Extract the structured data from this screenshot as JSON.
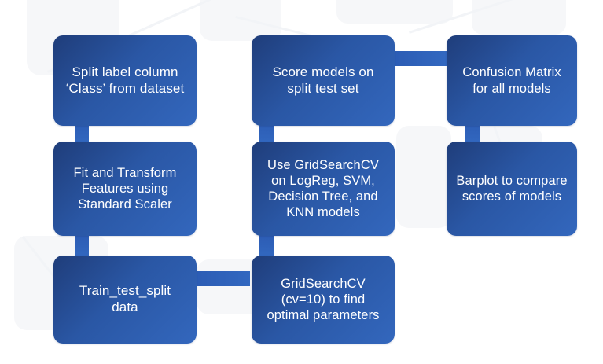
{
  "diagram": {
    "title": "Machine learning workflow flowchart",
    "background_color": "#ffffff",
    "node_fill_start": "#1f3d7a",
    "node_fill_end": "#3367bd",
    "node_text_color": "#ffffff",
    "connector_color": "#2f62bd",
    "nodes": [
      {
        "id": "split-label-column",
        "label": "Split label column\n‘Class’ from dataset",
        "column": 1,
        "row": 1
      },
      {
        "id": "fit-transform-features",
        "label": "Fit and Transform\nFeatures using\nStandard Scaler",
        "column": 1,
        "row": 2
      },
      {
        "id": "train-test-split",
        "label": "Train_test_split\ndata",
        "column": 1,
        "row": 3
      },
      {
        "id": "score-models",
        "label": "Score models on\nsplit test set",
        "column": 2,
        "row": 1
      },
      {
        "id": "use-gridsearchcv-models",
        "label": "Use GridSearchCV\non LogReg, SVM,\nDecision Tree, and\nKNN models",
        "column": 2,
        "row": 2
      },
      {
        "id": "gridsearchcv-optimal-params",
        "label": "GridSearchCV\n(cv=10) to find\noptimal parameters",
        "column": 2,
        "row": 3
      },
      {
        "id": "confusion-matrix",
        "label": "Confusion Matrix\nfor all models",
        "column": 3,
        "row": 1
      },
      {
        "id": "barplot-compare-scores",
        "label": "Barplot to compare\nscores of models",
        "column": 3,
        "row": 2
      }
    ],
    "connectors": [
      {
        "id": "split-to-fit",
        "from": "split-label-column",
        "to": "fit-transform-features",
        "orientation": "vertical"
      },
      {
        "id": "fit-to-traintest",
        "from": "fit-transform-features",
        "to": "train-test-split",
        "orientation": "vertical"
      },
      {
        "id": "traintest-to-gridsearch",
        "from": "train-test-split",
        "to": "gridsearchcv-optimal-params",
        "orientation": "horizontal"
      },
      {
        "id": "gridsearch-to-usegridsearch",
        "from": "gridsearchcv-optimal-params",
        "to": "use-gridsearchcv-models",
        "orientation": "vertical"
      },
      {
        "id": "usegridsearch-to-score",
        "from": "use-gridsearchcv-models",
        "to": "score-models",
        "orientation": "vertical"
      },
      {
        "id": "score-to-confusion",
        "from": "score-models",
        "to": "confusion-matrix",
        "orientation": "horizontal"
      },
      {
        "id": "confusion-to-barplot",
        "from": "confusion-matrix",
        "to": "barplot-compare-scores",
        "orientation": "vertical"
      }
    ]
  }
}
